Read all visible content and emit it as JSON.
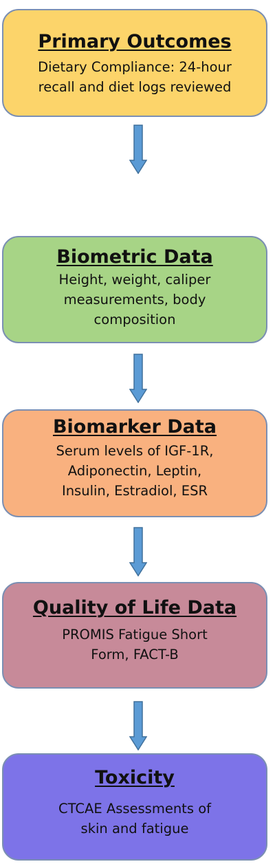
{
  "boxes": [
    {
      "title": "Primary Outcomes",
      "lines": [
        "Dietary Compliance: 24-hour",
        "recall and diet logs reviewed"
      ],
      "fill": "#fcd46a"
    },
    {
      "title": "Biometric Data",
      "lines": [
        "Height, weight, caliper",
        "measurements, body",
        "composition"
      ],
      "fill": "#a7d486"
    },
    {
      "title": "Biomarker Data",
      "lines": [
        "Serum levels of IGF-1R,",
        "Adiponectin, Leptin,",
        "Insulin, Estradiol, ESR"
      ],
      "fill": "#f9b17f"
    },
    {
      "title": "Quality of Life Data",
      "lines": [
        "PROMIS Fatigue Short",
        "Form, FACT-B"
      ],
      "fill": "#c78a99"
    },
    {
      "title": "Toxicity",
      "lines": [
        "CTCAE Assessments of",
        "skin and fatigue"
      ],
      "fill": "#7d73e8"
    }
  ],
  "colors": {
    "border": "#7b8fb3",
    "arrow_fill": "#5b9bd5",
    "arrow_stroke": "#41719c"
  }
}
